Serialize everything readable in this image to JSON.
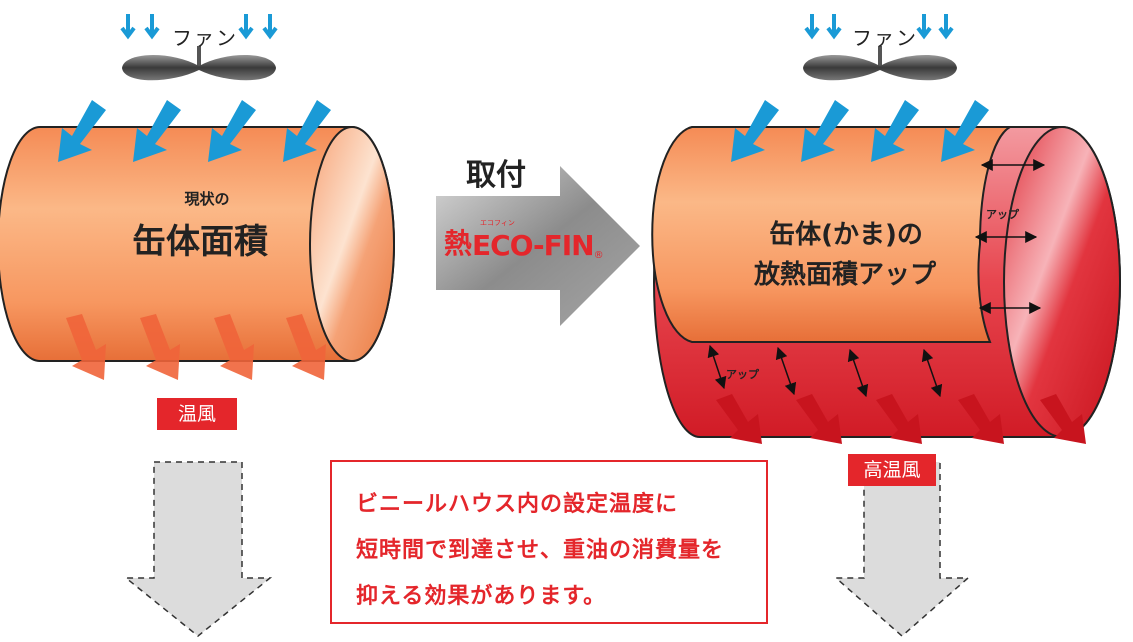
{
  "left": {
    "fan_label": "ファン",
    "body_small": "現状の",
    "body_large": "缶体面積",
    "output_label": "温風"
  },
  "center": {
    "action_label": "取付",
    "product_kanji": "熱",
    "product_name": "ECO-FIN",
    "product_ruby": "エコフィン",
    "product_mark": "®"
  },
  "right": {
    "fan_label": "ファン",
    "body_line1": "缶体(かま)の",
    "body_line2": "放熱面積アップ",
    "up_label_side": "アップ",
    "up_label_bottom": "アップ",
    "output_label": "高温風"
  },
  "message": {
    "line1": "ビニールハウス内の設定温度に",
    "line2": "短時間で到達させ、重油の消費量を",
    "line3": "抑える効果があります。"
  },
  "colors": {
    "cold_air": "#1a9ad6",
    "warm_air": "#f0643a",
    "hot_air": "#c8141e",
    "accent": "#e4262b",
    "cylinder": "#f4a06a"
  }
}
